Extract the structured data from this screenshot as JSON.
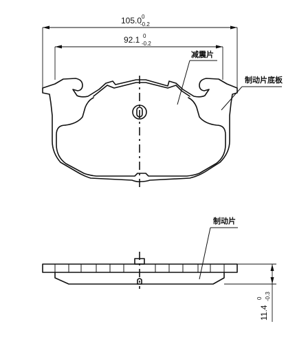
{
  "dimensions": {
    "overall_width": {
      "value": "105.0",
      "tol_upper": "0",
      "tol_lower": "-0.2"
    },
    "inner_width": {
      "value": "92.1",
      "tol_upper": "0",
      "tol_lower": "-0.2"
    },
    "thickness": {
      "value": "11.4",
      "tol_upper": "0",
      "tol_lower": "-0.3"
    }
  },
  "labels": {
    "damping_sheet": "减震片",
    "backing_plate": "制动片底板",
    "brake_pad": "制动片"
  },
  "colors": {
    "line": "#111111",
    "background": "#ffffff"
  }
}
